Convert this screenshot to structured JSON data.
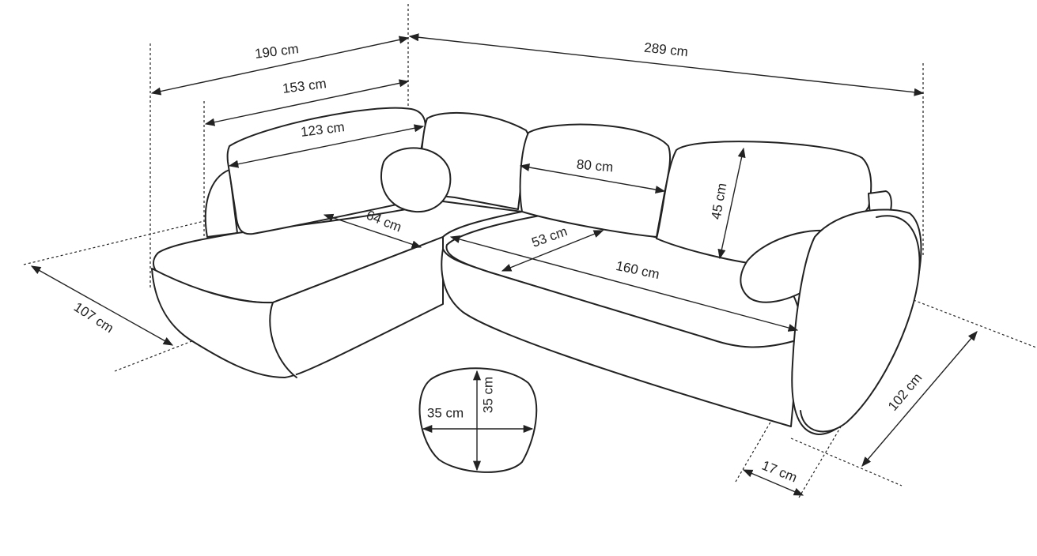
{
  "title": "Corner sofa dimensions",
  "dimensions": {
    "total_depth_left": "190 cm",
    "left_seat_width": "153 cm",
    "left_backrest": "123 cm",
    "total_width": "289 cm",
    "back_cushion_width": "80 cm",
    "back_cushion_height": "45 cm",
    "corner_seat_depth": "64 cm",
    "seat_depth": "53 cm",
    "seat_width": "160 cm",
    "left_depth": "107 cm",
    "right_depth": "102 cm",
    "armrest_width": "17 cm",
    "pillow_width": "35 cm",
    "pillow_height": "35 cm"
  }
}
